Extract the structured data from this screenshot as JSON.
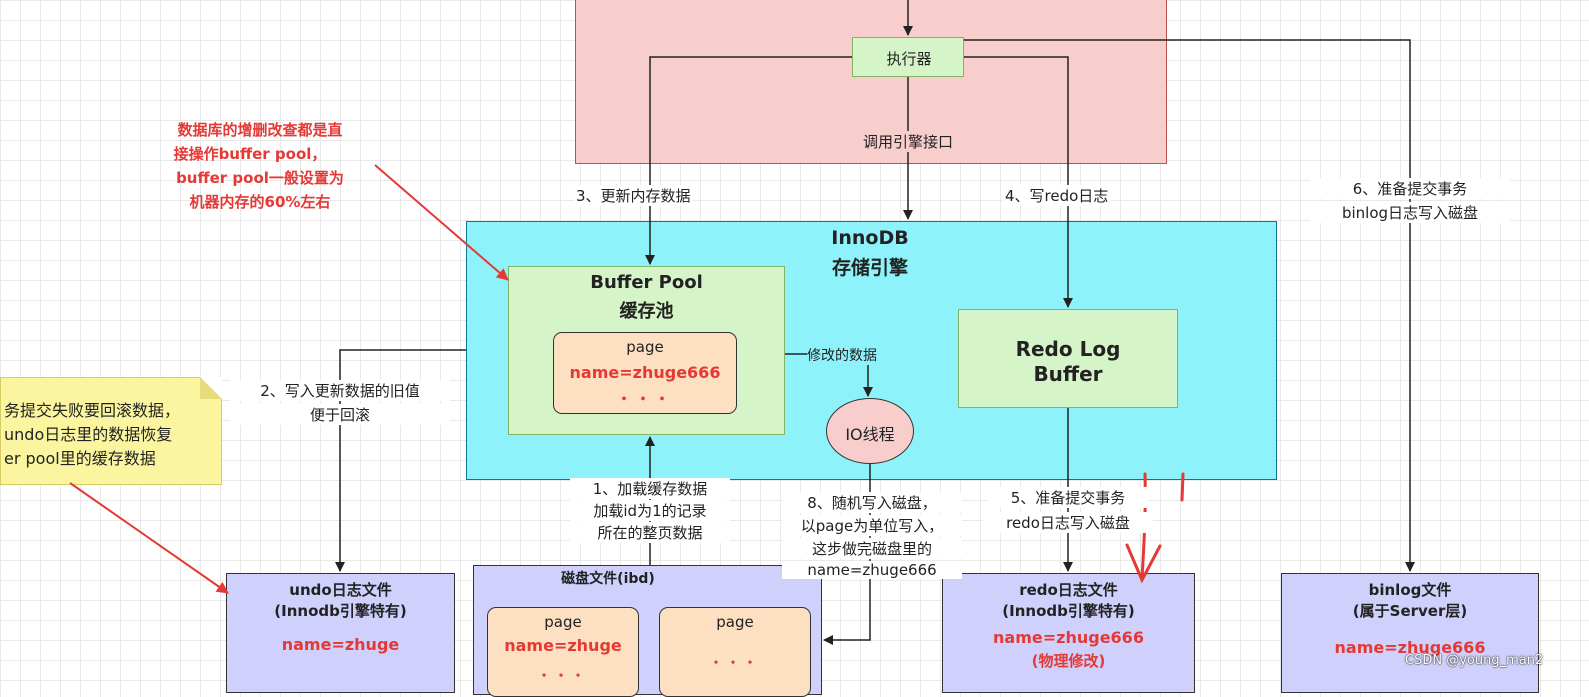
{
  "executor": "执行器",
  "call_engine": "调用引擎接口",
  "step3": "3、更新内存数据",
  "step4": "4、写redo日志",
  "step6": [
    "6、准备提交事务",
    "binlog日志写入磁盘"
  ],
  "note_red": [
    "数据库的增删改查都是直",
    "接操作buffer pool，",
    "buffer pool一般设置为",
    "机器内存的60%左右"
  ],
  "innodb": {
    "title": "InnoDB",
    "subtitle": "存储引擎"
  },
  "buffer_pool": {
    "title": "Buffer Pool",
    "subtitle": "缓存池",
    "page_label": "page",
    "page_value": "name=zhuge666",
    "ellipsis": "・・・"
  },
  "modified_data": "修改的数据",
  "io_thread": "IO线程",
  "redo_log_buffer": [
    "Redo Log",
    "Buffer"
  ],
  "step2": [
    "2、写入更新数据的旧值",
    "便于回滚"
  ],
  "sticky_note": [
    "务提交失败要回滚数据，",
    "undo日志里的数据恢复",
    "er pool里的缓存数据"
  ],
  "step1": [
    "1、加载缓存数据",
    "加载id为1的记录",
    "所在的整页数据"
  ],
  "step8": [
    "8、随机写入磁盘，",
    "以page为单位写入，",
    "这步做完磁盘里的",
    "name=zhuge666"
  ],
  "step5": [
    "5、准备提交事务",
    "redo日志写入磁盘"
  ],
  "undo_file": {
    "title": "undo日志文件",
    "subtitle": "(Innodb引擎特有)",
    "value": "name=zhuge"
  },
  "disk_file": {
    "title": "磁盘文件(ibd)",
    "page1_label": "page",
    "page1_value": "name=zhuge",
    "page2_label": "page",
    "ellipsis": "・・・"
  },
  "redo_file": {
    "title": "redo日志文件",
    "subtitle": "(Innodb引擎特有)",
    "value": "name=zhuge666",
    "note": "(物理修改)"
  },
  "binlog_file": {
    "title": "binlog文件",
    "subtitle": "(属于Server层)",
    "value": "name=zhuge666"
  },
  "watermark": "CSDN @young_man2",
  "colors": {
    "server_bg": "#f8cecc",
    "innodb_bg": "#8ef2fb",
    "buffer_bg": "#d5f5c8",
    "page_bg": "#fde0c2",
    "file_bg": "#cfd0fc",
    "note_bg": "#fbf59f",
    "red": "#e53935"
  }
}
